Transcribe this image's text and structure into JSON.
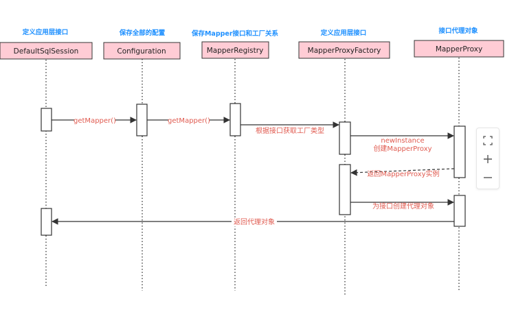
{
  "participants": [
    {
      "id": "session",
      "name": "DefaultSqlSession",
      "note": "定义应用层接口"
    },
    {
      "id": "config",
      "name": "Configuration",
      "note": "保存全部的配置"
    },
    {
      "id": "registry",
      "name": "MapperRegistry",
      "note": "保存Mapper接口和工厂关系"
    },
    {
      "id": "factory",
      "name": "MapperProxyFactory",
      "note": "定义应用层接口"
    },
    {
      "id": "proxy",
      "name": "MapperProxy",
      "note": "接口代理对象"
    }
  ],
  "messages": [
    {
      "id": "m1",
      "label": "getMapper()"
    },
    {
      "id": "m2",
      "label": "getMapper()"
    },
    {
      "id": "m3",
      "label": "根据接口获取工厂类型"
    },
    {
      "id": "m4",
      "label_line1": "newInstance",
      "label_line2": "创建MapperProxy"
    },
    {
      "id": "m5",
      "label": "返回MapperProxy实例"
    },
    {
      "id": "m6",
      "label": "为接口创建代理对象"
    },
    {
      "id": "m7",
      "label": "返回代理对象"
    }
  ],
  "zoom_controls": [
    "fit-screen-icon",
    "zoom-in-icon",
    "zoom-out-icon"
  ],
  "colors": {
    "header_fill": "#ffccd5",
    "note_text": "#1e90ff",
    "message_text": "#e05a4f",
    "line": "#333333"
  }
}
